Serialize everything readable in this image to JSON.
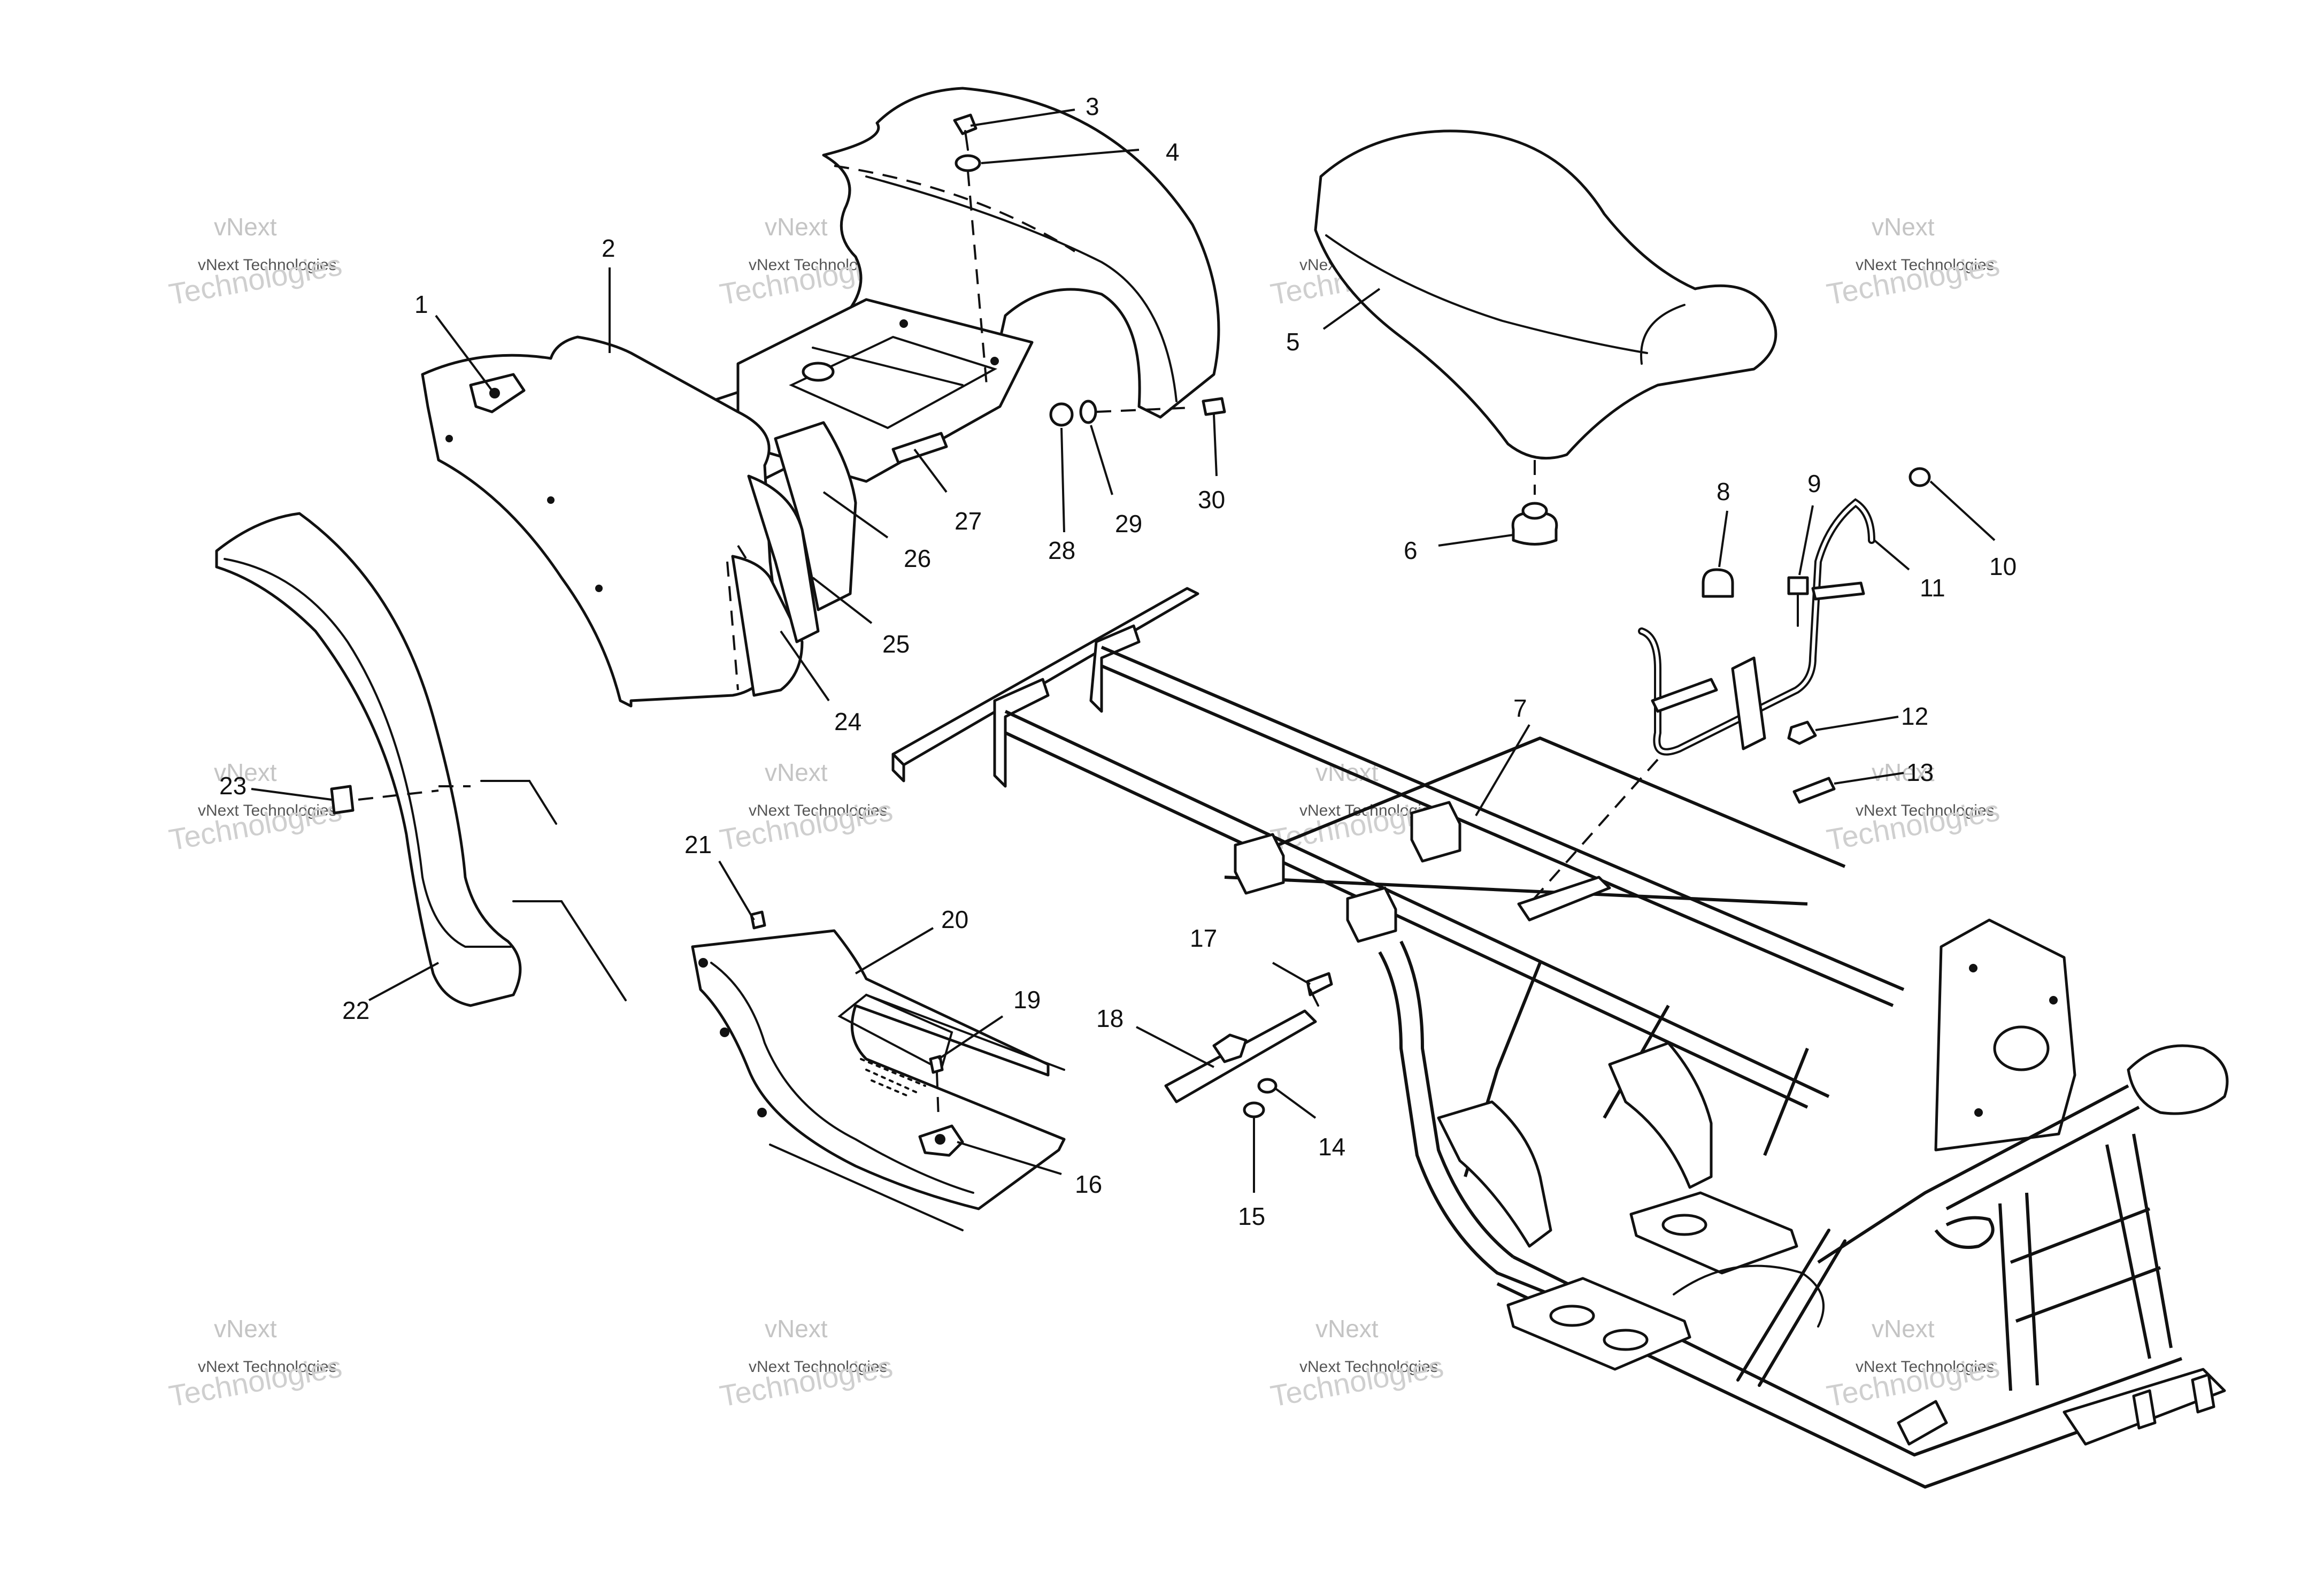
{
  "watermark": {
    "line_top": "vNext",
    "line_mid": "vNext Technologies",
    "line_big": "Technologies"
  },
  "callouts": [
    {
      "id": "1",
      "label": "1"
    },
    {
      "id": "2",
      "label": "2"
    },
    {
      "id": "3",
      "label": "3"
    },
    {
      "id": "4",
      "label": "4"
    },
    {
      "id": "5",
      "label": "5"
    },
    {
      "id": "6",
      "label": "6"
    },
    {
      "id": "7",
      "label": "7"
    },
    {
      "id": "8",
      "label": "8"
    },
    {
      "id": "9",
      "label": "9"
    },
    {
      "id": "10",
      "label": "10"
    },
    {
      "id": "11",
      "label": "11"
    },
    {
      "id": "12",
      "label": "12"
    },
    {
      "id": "13",
      "label": "13"
    },
    {
      "id": "14",
      "label": "14"
    },
    {
      "id": "15",
      "label": "15"
    },
    {
      "id": "16",
      "label": "16"
    },
    {
      "id": "17",
      "label": "17"
    },
    {
      "id": "18",
      "label": "18"
    },
    {
      "id": "19",
      "label": "19"
    },
    {
      "id": "20",
      "label": "20"
    },
    {
      "id": "21",
      "label": "21"
    },
    {
      "id": "22",
      "label": "22"
    },
    {
      "id": "23",
      "label": "23"
    },
    {
      "id": "24",
      "label": "24"
    },
    {
      "id": "25",
      "label": "25"
    },
    {
      "id": "26",
      "label": "26"
    },
    {
      "id": "27",
      "label": "27"
    },
    {
      "id": "28",
      "label": "28"
    },
    {
      "id": "29",
      "label": "29"
    },
    {
      "id": "30",
      "label": "30"
    }
  ]
}
